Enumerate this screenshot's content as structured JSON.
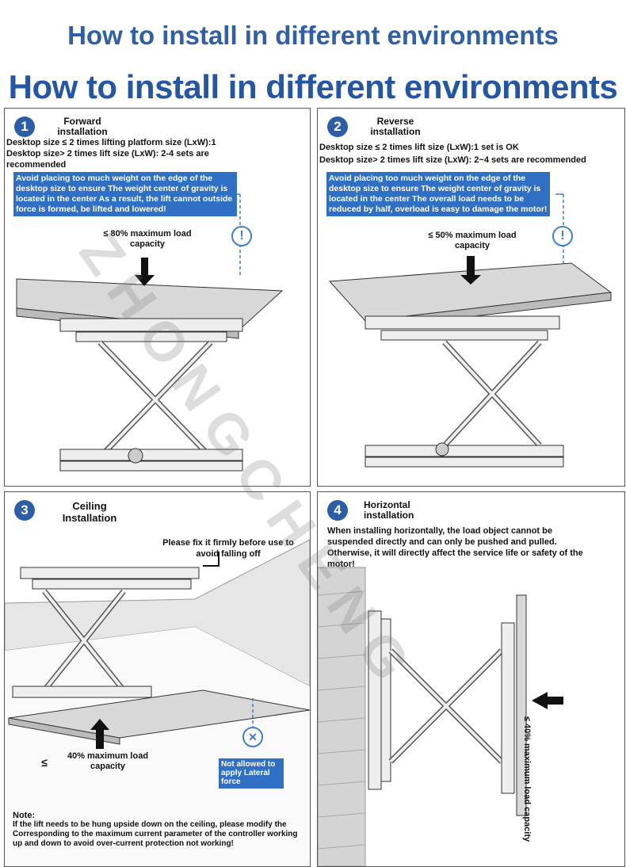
{
  "title_top": "How to install in different environments",
  "title_main": "How to install in different environments",
  "watermark": "ZHONGCHENG",
  "panels": {
    "forward": {
      "number": "1",
      "title": "Forward installation",
      "rule1": "Desktop size ≤ 2 times lifting platform size (LxW):1",
      "rule2": "Desktop size> 2 times lift size (LxW): 2-4 sets are recommended",
      "note": "Avoid placing too much weight on the edge of the desktop size to ensure The weight center of gravity is located in the center As a result, the lift cannot outside force is formed, be lifted and lowered!",
      "load": "≤ 80% maximum load capacity"
    },
    "reverse": {
      "number": "2",
      "title": "Reverse installation",
      "rule1": "Desktop size ≤ 2 times lift size (LxW):1 set is OK",
      "rule2": "Desktop size> 2 times lift size (LxW): 2~4 sets are recommended",
      "note": "Avoid placing too much weight on the edge of the desktop size to ensure The weight center of gravity is located in the center The overall load needs to be reduced by half, overload is easy to damage the motor!",
      "load": "≤ 50% maximum load capacity"
    },
    "ceiling": {
      "number": "3",
      "title": "Ceiling Installation",
      "fix_note": "Please fix it firmly before use to avoid falling off",
      "load_symbol": "≤",
      "load": "40% maximum load capacity",
      "not_allowed": "Not allowed to apply Lateral force",
      "note_label": "Note:",
      "note_text": "If the lift needs to be hung upside down on the ceiling, please modify the Corresponding to the maximum current parameter of the controller working up and down to avoid over-current protection not working!"
    },
    "horizontal": {
      "number": "4",
      "title": "Horizontal installation",
      "note": "When installing horizontally, the load object cannot be suspended directly and can only be pushed and pulled. Otherwise, it will directly affect the service life or safety of the motor!",
      "load": "≤ 40% maximum load capacity"
    }
  },
  "colors": {
    "title_blue": "#2e5fa8",
    "badge_blue": "#2b5ea7",
    "note_blue": "#2f6fc4",
    "warn_blue": "#3f7fd0"
  }
}
